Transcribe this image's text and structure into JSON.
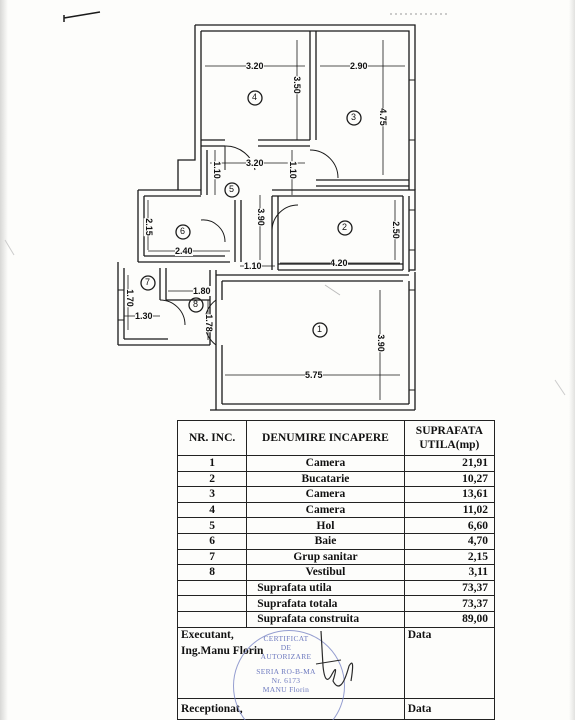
{
  "floor_plan": {
    "dimensions": [
      "3.20",
      "3.50",
      "2.90",
      "4.75",
      "1.10",
      "3.20",
      "1.10",
      "3.90",
      "2.15",
      "2.40",
      "2.50",
      "1.10",
      "4.20",
      "1.70",
      "1.80",
      "1.78",
      "1.30",
      "3.90",
      "5.75"
    ],
    "room_numbers": [
      "1",
      "2",
      "3",
      "4",
      "5",
      "6",
      "7",
      "8"
    ]
  },
  "table": {
    "headers": {
      "nr": "NR. INC.",
      "name": "DENUMIRE INCAPERE",
      "area": "SUPRAFATA UTILA(mp)"
    },
    "rows": [
      {
        "nr": "1",
        "name": "Camera",
        "area": "21,91"
      },
      {
        "nr": "2",
        "name": "Bucatarie",
        "area": "10,27"
      },
      {
        "nr": "3",
        "name": "Camera",
        "area": "13,61"
      },
      {
        "nr": "4",
        "name": "Camera",
        "area": "11,02"
      },
      {
        "nr": "5",
        "name": "Hol",
        "area": "6,60"
      },
      {
        "nr": "6",
        "name": "Baie",
        "area": "4,70"
      },
      {
        "nr": "7",
        "name": "Grup sanitar",
        "area": "2,15"
      },
      {
        "nr": "8",
        "name": "Vestibul",
        "area": "3,11"
      }
    ],
    "totals": [
      {
        "name": "Suprafata utila",
        "area": "73,37"
      },
      {
        "name": "Suprafata totala",
        "area": "73,37"
      },
      {
        "name": "Suprafata construita",
        "area": "89,00"
      }
    ],
    "executant_label": "Executant,",
    "executant_name": "Ing.Manu Florin",
    "data_label": "Data",
    "receptionat_label": "Receptionat,",
    "receptionat_data_label": "Data",
    "stamp_lines": [
      "CERTIFICAT",
      "DE",
      "AUTORIZARE",
      "SERIA RO-B-MA",
      "Nr. 6173",
      "MANU Florin"
    ]
  }
}
